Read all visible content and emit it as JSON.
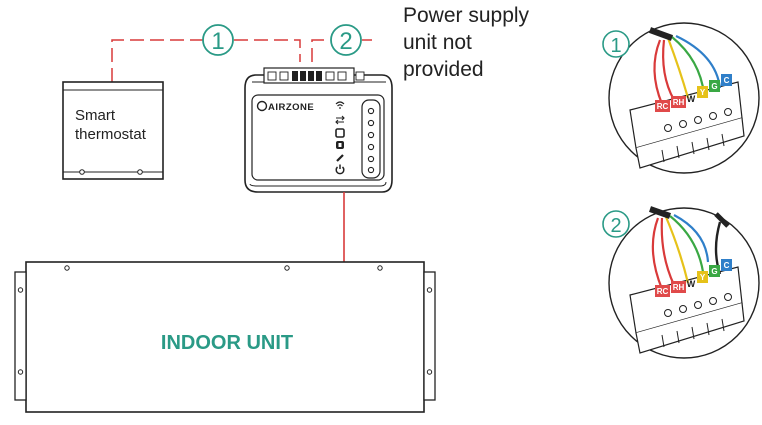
{
  "colors": {
    "wire_red": "#d93a3a",
    "teal": "#2a9a86",
    "outline": "#222222",
    "red_label": "#e04a4a",
    "green_label": "#3aa844",
    "yellow_label": "#e6c21a",
    "blue_label": "#2f7fc9",
    "indoor_text": "#2a9a86"
  },
  "diagram": {
    "callout_1": "1",
    "callout_2": "2",
    "power_supply_line1": "Power supply",
    "power_supply_line2": "unit not",
    "power_supply_line3": "provided",
    "thermostat_line1": "Smart",
    "thermostat_line2": "thermostat",
    "controller_brand": "AIRZONE",
    "indoor_unit_label": "INDOOR UNIT"
  },
  "detail_1": {
    "number": "1",
    "terminal_labels": [
      "RC",
      "RH",
      "W",
      "Y",
      "G",
      "C"
    ]
  },
  "detail_2": {
    "number": "2",
    "terminal_labels": [
      "RC",
      "RH",
      "W",
      "Y",
      "G",
      "C"
    ]
  },
  "icons": [
    "wifi-icon",
    "arrows-icon",
    "fan-icon",
    "hvac-icon",
    "wrench-icon",
    "power-icon"
  ]
}
